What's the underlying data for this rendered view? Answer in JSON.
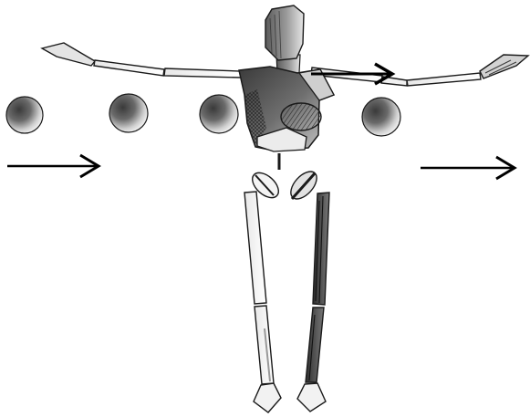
{
  "scene": {
    "subject": "mannequin-figure",
    "pose": "t-pose",
    "ball_count": 4,
    "arrow_count": 3,
    "arrow_direction": "right",
    "colors": {
      "background": "#ffffff",
      "stroke": "#1a1a1a",
      "shade_dark": "#3a3a3a",
      "shade_mid": "#8a8a8a",
      "shade_light": "#d8d8d8",
      "highlight": "#f4f4f4"
    }
  }
}
